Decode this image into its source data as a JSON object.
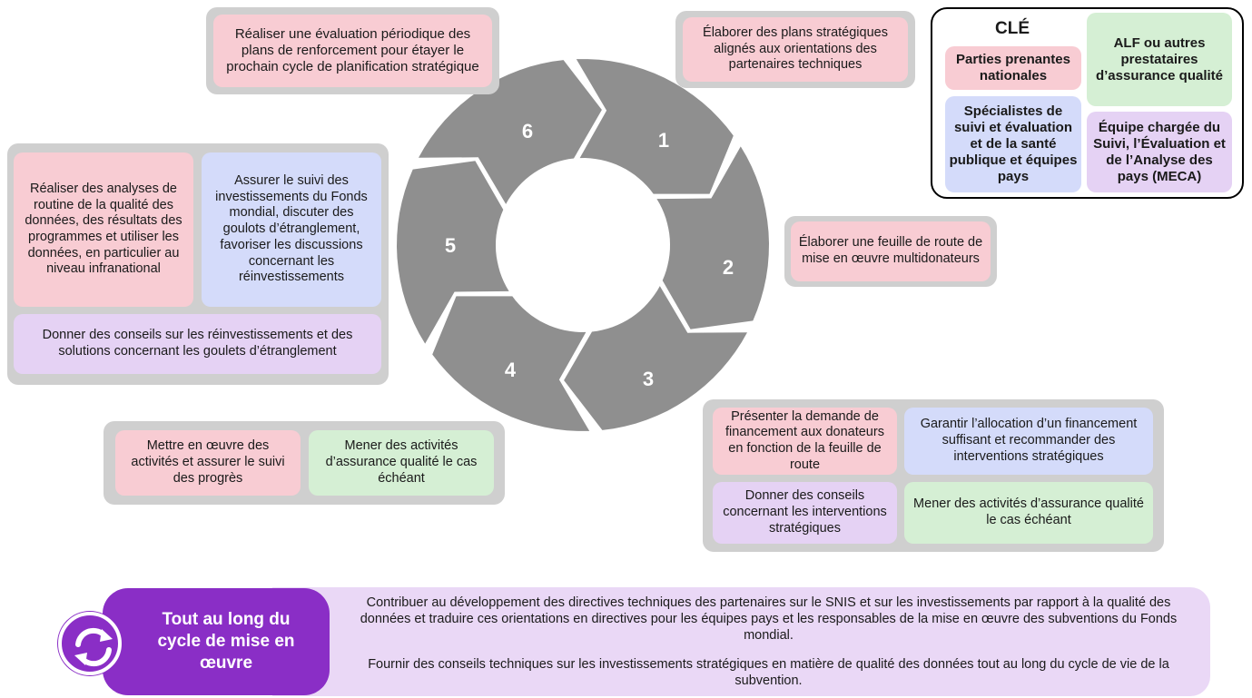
{
  "cycle": {
    "steps": [
      "1",
      "2",
      "3",
      "4",
      "5",
      "6"
    ]
  },
  "boxes": {
    "step6": "Réaliser une évaluation périodique des plans de renforcement pour étayer le prochain cycle de planification stratégique",
    "step1": "Élaborer des plans stratégiques alignés aux orientations des partenaires techniques",
    "step2": "Élaborer une feuille de route de mise en œuvre multidonateurs",
    "step5_pink": "Réaliser des analyses de routine de la qualité des données, des résultats des programmes et utiliser les données, en particulier au niveau infranational",
    "step5_blue": "Assurer le suivi des investissements du Fonds mondial, discuter des goulots d’étranglement, favoriser les discussions concernant les réinvestissements",
    "step5_lilac": "Donner des conseils sur les réinvestissements et des solutions concernant les goulets d’étranglement",
    "step4_pink": "Mettre en œuvre des activités et assurer le suivi des progrès",
    "step4_green": "Mener des activités d’assurance qualité le cas échéant",
    "step3_pink": "Présenter la demande de financement aux donateurs en fonction de la feuille de route",
    "step3_blue": "Garantir l’allocation d’un financement suffisant et recommander des interventions stratégiques",
    "step3_lilac": "Donner des conseils concernant les interventions stratégiques",
    "step3_green": "Mener des activités d’assurance qualité le cas échéant"
  },
  "key": {
    "title": "CLÉ",
    "national": "Parties prenantes nationales",
    "alf": "ALF ou autres prestataires d’assurance qualité",
    "specialists": "Spécialistes de suivi et évaluation et de la santé publique et équipes pays",
    "meca": "Équipe chargée du Suivi, l’Évaluation et de l’Analyse des pays (MECA)"
  },
  "banner": {
    "label": "Tout au long du cycle de mise en œuvre",
    "text1": "Contribuer au développement des directives techniques des partenaires sur le SNIS et sur les investissements par rapport à la qualité des données et traduire ces orientations en directives pour les équipes pays et les responsables de la mise en œuvre des subventions du Fonds mondial.",
    "text2": "Fournir des conseils techniques sur les investissements stratégiques en matière de qualité des données tout au long du cycle de vie de la subvention.",
    "icon": "sync-icon"
  },
  "colors": {
    "national": "#f8ccd3",
    "alf": "#d5efd4",
    "specialists": "#d4dbfa",
    "meca": "#e5d2f4",
    "cycle": "#8f8f8f",
    "banner": "#8a2ec6"
  }
}
